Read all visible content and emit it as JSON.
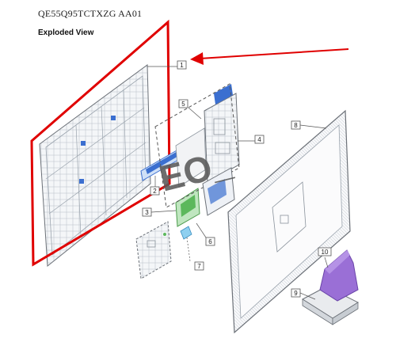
{
  "header": {
    "model": "QE55Q95TCTXZG AA01",
    "subtitle": "Exploded View"
  },
  "callouts": [
    "1",
    "2",
    "3",
    "4",
    "5",
    "6",
    "7",
    "8",
    "9",
    "10"
  ],
  "watermark": "EO_",
  "colors": {
    "highlight": "#e00000",
    "board_blue": "#3b6fd0",
    "board_green": "#5cb85c",
    "stand_purple": "#9a6fd6",
    "line_gray": "#6c7178"
  }
}
